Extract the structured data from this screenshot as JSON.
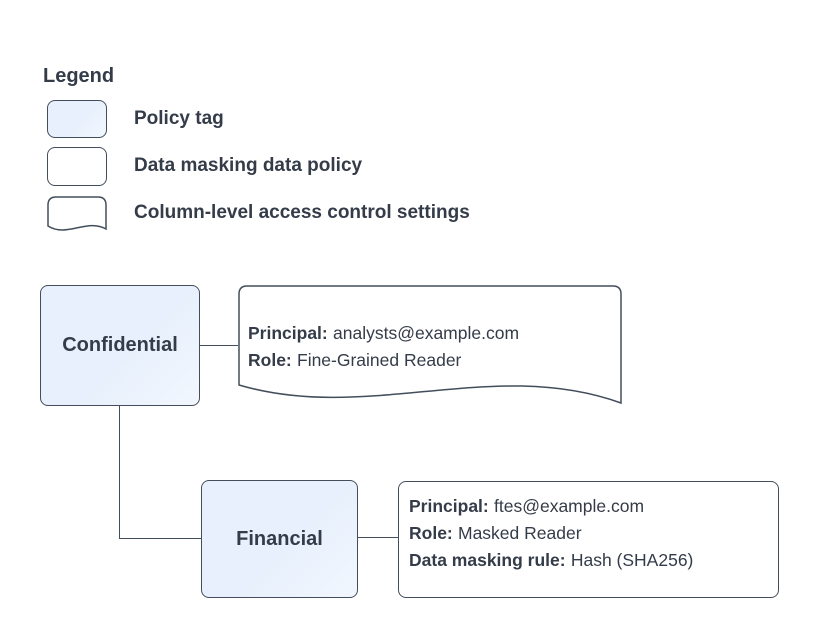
{
  "colors": {
    "policy_tag_fill": "#e8f0fe",
    "shape_stroke": "#434e5c",
    "text": "#343c49",
    "background": "#ffffff"
  },
  "legend": {
    "title": "Legend",
    "items": [
      {
        "id": "policy-tag",
        "shape": "rounded-rect-blue",
        "label": "Policy tag"
      },
      {
        "id": "data-masking-data-policy",
        "shape": "rounded-rect-white",
        "label": "Data masking data policy"
      },
      {
        "id": "column-level-access-control-settings",
        "shape": "document",
        "label": "Column-level access control settings"
      }
    ]
  },
  "diagram": {
    "confidential": {
      "label": "Confidential"
    },
    "confidential_settings": {
      "lines": [
        {
          "key": "Principal:",
          "value": "analysts@example.com"
        },
        {
          "key": "Role:",
          "value": "Fine-Grained Reader"
        }
      ]
    },
    "financial": {
      "label": "Financial"
    },
    "financial_policy": {
      "lines": [
        {
          "key": "Principal:",
          "value": "ftes@example.com"
        },
        {
          "key": "Role:",
          "value": "Masked Reader"
        },
        {
          "key": "Data masking rule:",
          "value": "Hash (SHA256)"
        }
      ]
    }
  }
}
